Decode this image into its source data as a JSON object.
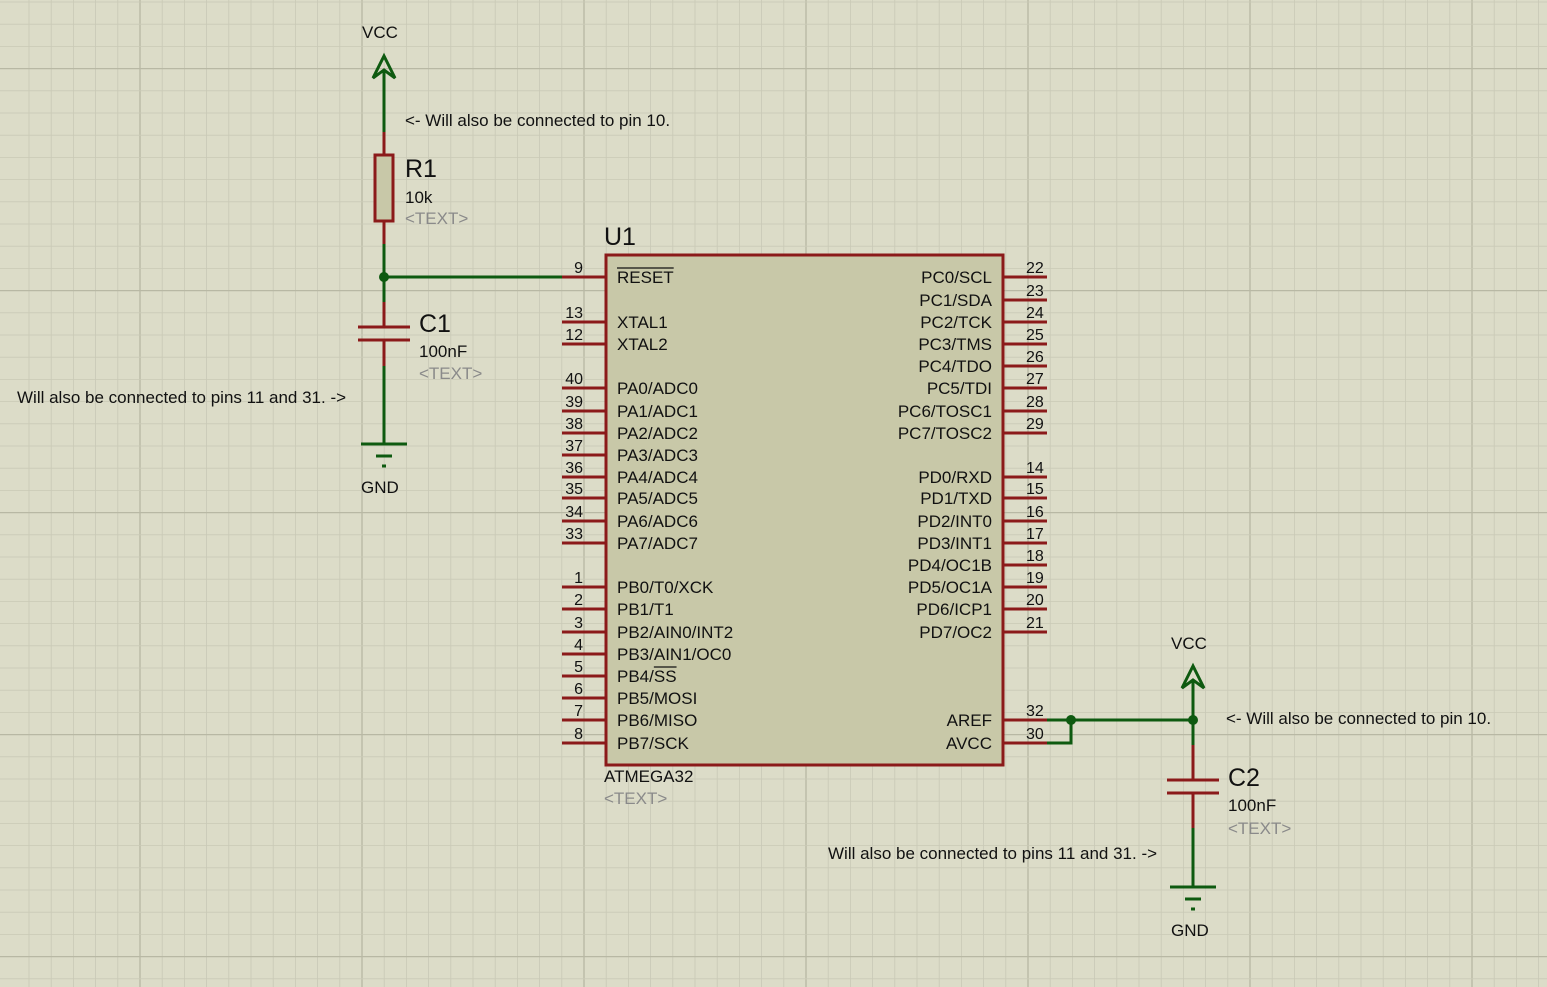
{
  "colors": {
    "background": "#dcdcc8",
    "grid_minor": "#c9c9b6",
    "grid_major": "#b8b8a4",
    "wire": "#0e5a10",
    "pin": "#8b1a1a",
    "body_fill": "#c8c8a8",
    "placeholder_text": "#8a8a8a"
  },
  "power": {
    "vcc_label": "VCC",
    "gnd_label": "GND"
  },
  "notes": {
    "pin10": "<- Will also be connected to pin 10.",
    "pins11_31": "Will also be connected to pins 11 and 31. ->"
  },
  "r1": {
    "ref": "R1",
    "value": "10k",
    "text": "<TEXT>"
  },
  "c1": {
    "ref": "C1",
    "value": "100nF",
    "text": "<TEXT>"
  },
  "c2": {
    "ref": "C2",
    "value": "100nF",
    "text": "<TEXT>"
  },
  "u1": {
    "ref": "U1",
    "part": "ATMEGA32",
    "text": "<TEXT>",
    "left_pins": [
      {
        "num": "9",
        "name": "RESET",
        "overbar": true
      },
      {
        "num": "13",
        "name": "XTAL1"
      },
      {
        "num": "12",
        "name": "XTAL2"
      },
      {
        "num": "40",
        "name": "PA0/ADC0"
      },
      {
        "num": "39",
        "name": "PA1/ADC1"
      },
      {
        "num": "38",
        "name": "PA2/ADC2"
      },
      {
        "num": "37",
        "name": "PA3/ADC3"
      },
      {
        "num": "36",
        "name": "PA4/ADC4"
      },
      {
        "num": "35",
        "name": "PA5/ADC5"
      },
      {
        "num": "34",
        "name": "PA6/ADC6"
      },
      {
        "num": "33",
        "name": "PA7/ADC7"
      },
      {
        "num": "1",
        "name": "PB0/T0/XCK"
      },
      {
        "num": "2",
        "name": "PB1/T1"
      },
      {
        "num": "3",
        "name": "PB2/AIN0/INT2"
      },
      {
        "num": "4",
        "name": "PB3/AIN1/OC0"
      },
      {
        "num": "5",
        "name": "PB4/",
        "name_over": "SS"
      },
      {
        "num": "6",
        "name": "PB5/MOSI"
      },
      {
        "num": "7",
        "name": "PB6/MISO"
      },
      {
        "num": "8",
        "name": "PB7/SCK"
      }
    ],
    "right_pins": [
      {
        "num": "22",
        "name": "PC0/SCL"
      },
      {
        "num": "23",
        "name": "PC1/SDA"
      },
      {
        "num": "24",
        "name": "PC2/TCK"
      },
      {
        "num": "25",
        "name": "PC3/TMS"
      },
      {
        "num": "26",
        "name": "PC4/TDO"
      },
      {
        "num": "27",
        "name": "PC5/TDI"
      },
      {
        "num": "28",
        "name": "PC6/TOSC1"
      },
      {
        "num": "29",
        "name": "PC7/TOSC2"
      },
      {
        "num": "14",
        "name": "PD0/RXD"
      },
      {
        "num": "15",
        "name": "PD1/TXD"
      },
      {
        "num": "16",
        "name": "PD2/INT0"
      },
      {
        "num": "17",
        "name": "PD3/INT1"
      },
      {
        "num": "18",
        "name": "PD4/OC1B"
      },
      {
        "num": "19",
        "name": "PD5/OC1A"
      },
      {
        "num": "20",
        "name": "PD6/ICP1"
      },
      {
        "num": "21",
        "name": "PD7/OC2"
      },
      {
        "num": "32",
        "name": "AREF"
      },
      {
        "num": "30",
        "name": "AVCC"
      }
    ]
  }
}
